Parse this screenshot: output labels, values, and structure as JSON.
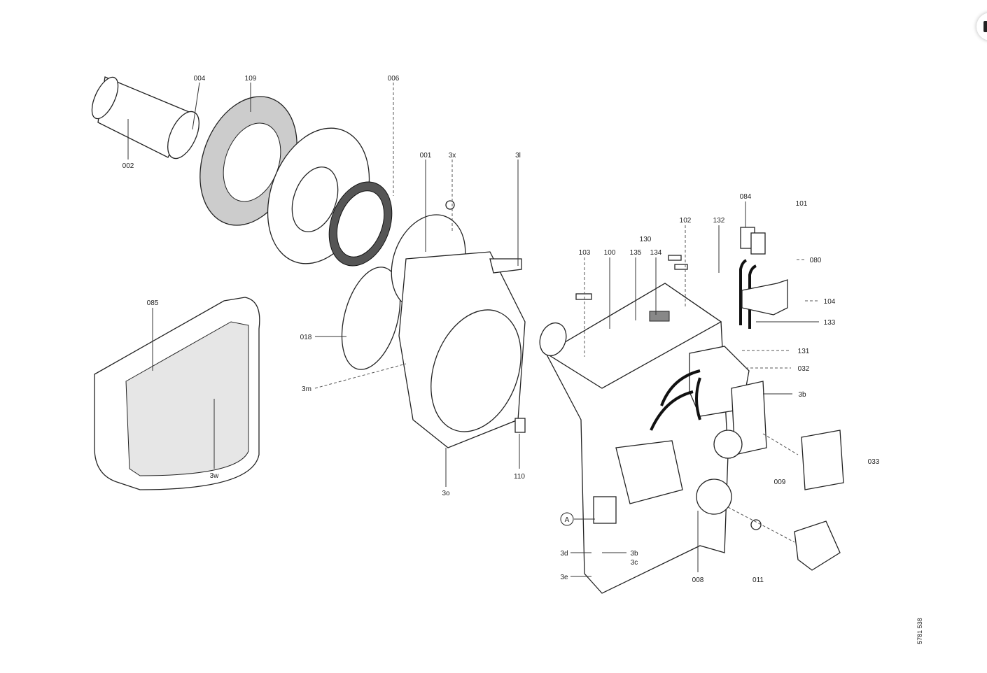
{
  "diagram": {
    "labels": {
      "p004": "004",
      "p109": "109",
      "p006": "006",
      "p002": "002",
      "p001": "001",
      "p3x": "3x",
      "p3l": "3l",
      "p085": "085",
      "p018": "018",
      "p3m": "3m",
      "p3w": "3w",
      "p3o": "3o",
      "p110": "110",
      "p103": "103",
      "p100": "100",
      "p130": "130",
      "p135": "135",
      "p134": "134",
      "p102": "102",
      "p132": "132",
      "p084": "084",
      "p101": "101",
      "p080": "080",
      "p104": "104",
      "p133": "133",
      "p131": "131",
      "p032": "032",
      "p3b": "3b",
      "p033": "033",
      "p009": "009",
      "p011": "011",
      "p008": "008",
      "pA": "A",
      "p3d": "3d",
      "p3b2": "3b",
      "p3c": "3c",
      "p3e": "3e"
    },
    "drawing_number": "5781 538"
  }
}
